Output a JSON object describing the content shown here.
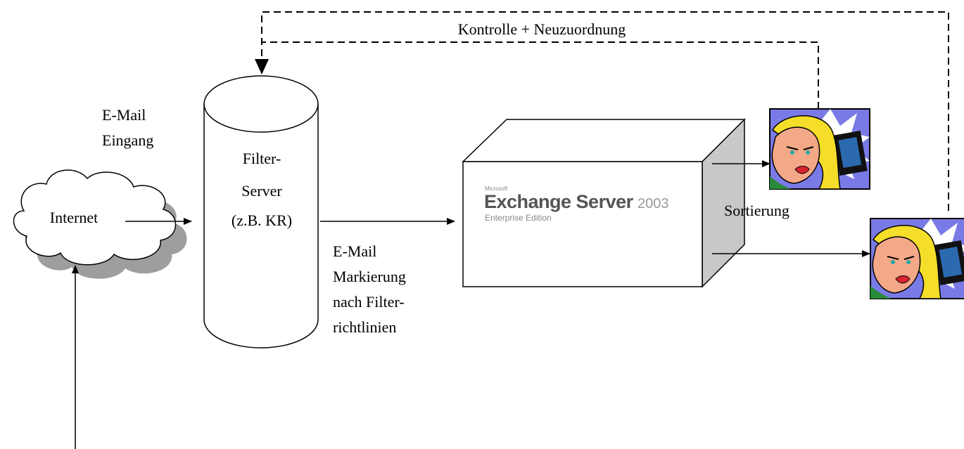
{
  "labels": {
    "feedback": "Kontrolle + Neuzuordnung",
    "email_in_1": "E-Mail",
    "email_in_2": "Eingang",
    "internet": "Internet",
    "filter_1": "Filter-",
    "filter_2": "Server",
    "filter_3": "(z.B. KR)",
    "mark_1": "E-Mail",
    "mark_2": "Markierung",
    "mark_3": "nach Filter-",
    "mark_4": "richtlinien",
    "sort": "Sortierung"
  },
  "exchange_logo": {
    "microsoft": "Microsoft",
    "name": "Exchange Server",
    "year": "2003",
    "edition": "Enterprise Edition"
  },
  "icons": [
    "cloud-icon",
    "database-cylinder-icon",
    "server-box-icon",
    "user-at-computer-icon"
  ]
}
